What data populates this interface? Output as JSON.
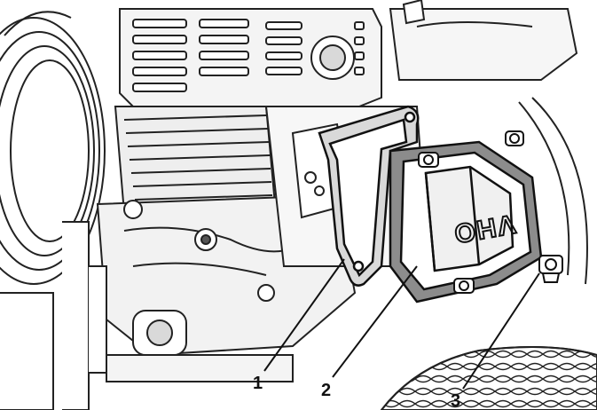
{
  "figure": {
    "cover_emblem": "OHV",
    "callouts": [
      {
        "label": "1",
        "part": "gasket"
      },
      {
        "label": "2",
        "part": "valve-cover"
      },
      {
        "label": "3",
        "part": "bolt"
      }
    ]
  },
  "colors": {
    "line": "#111111",
    "background": "#ffffff",
    "shade": "#d9d9d9",
    "mid": "#8c8c8c"
  }
}
